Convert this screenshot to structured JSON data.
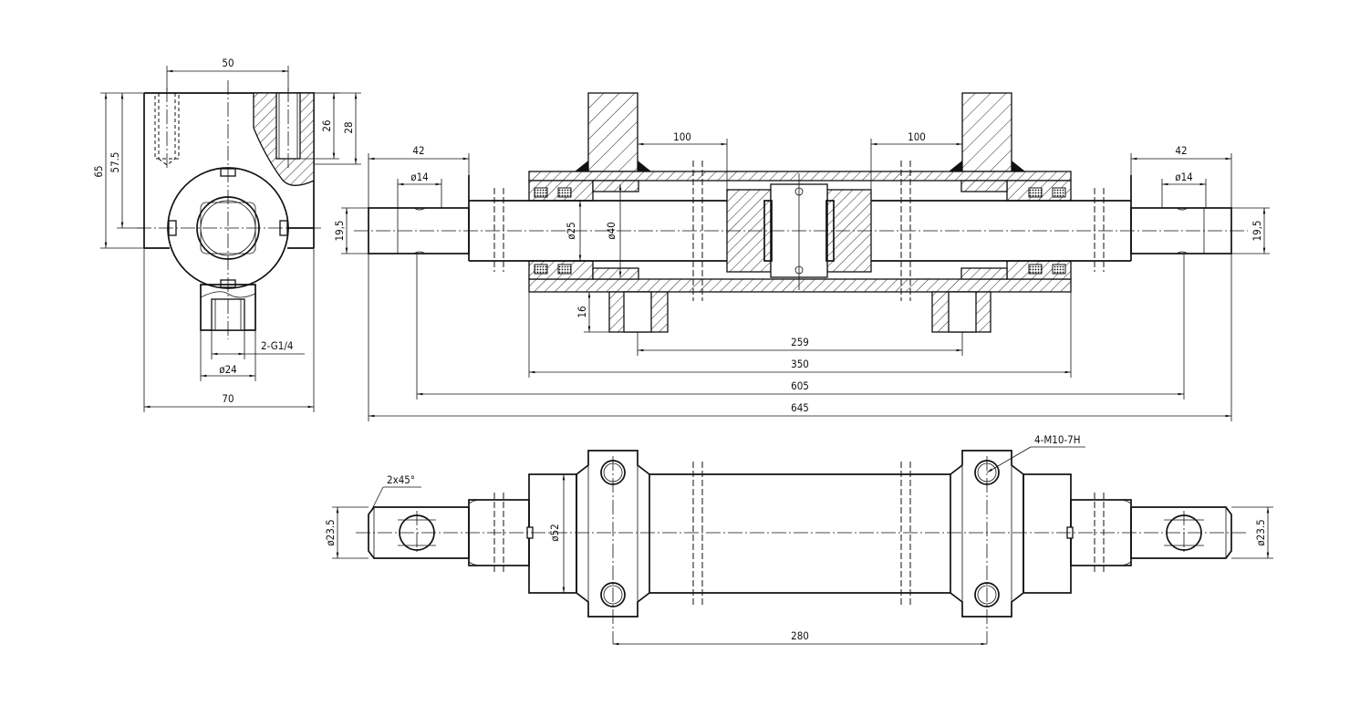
{
  "dims": {
    "d50": "50",
    "d26": "26",
    "d28": "28",
    "d65": "65",
    "d57_5": "57.5",
    "g14": "2-G1/4",
    "phi24": "ø24",
    "d70": "70",
    "d42_left": "42",
    "d42_right": "42",
    "phi14_left": "ø14",
    "phi14_right": "ø14",
    "d19_5_left": "19,5",
    "d19_5_right": "19,5",
    "phi25": "ø25",
    "phi40": "ø40",
    "d100_left": "100",
    "d100_right": "100",
    "d16": "16",
    "d259": "259",
    "d350": "350",
    "d605": "605",
    "d645": "645",
    "chamfer": "2x45°",
    "phi23_5_left": "ø23.5",
    "phi23_5_right": "ø23.5",
    "phi52": "ø52",
    "m10": "4-M10-7H",
    "d280": "280"
  }
}
